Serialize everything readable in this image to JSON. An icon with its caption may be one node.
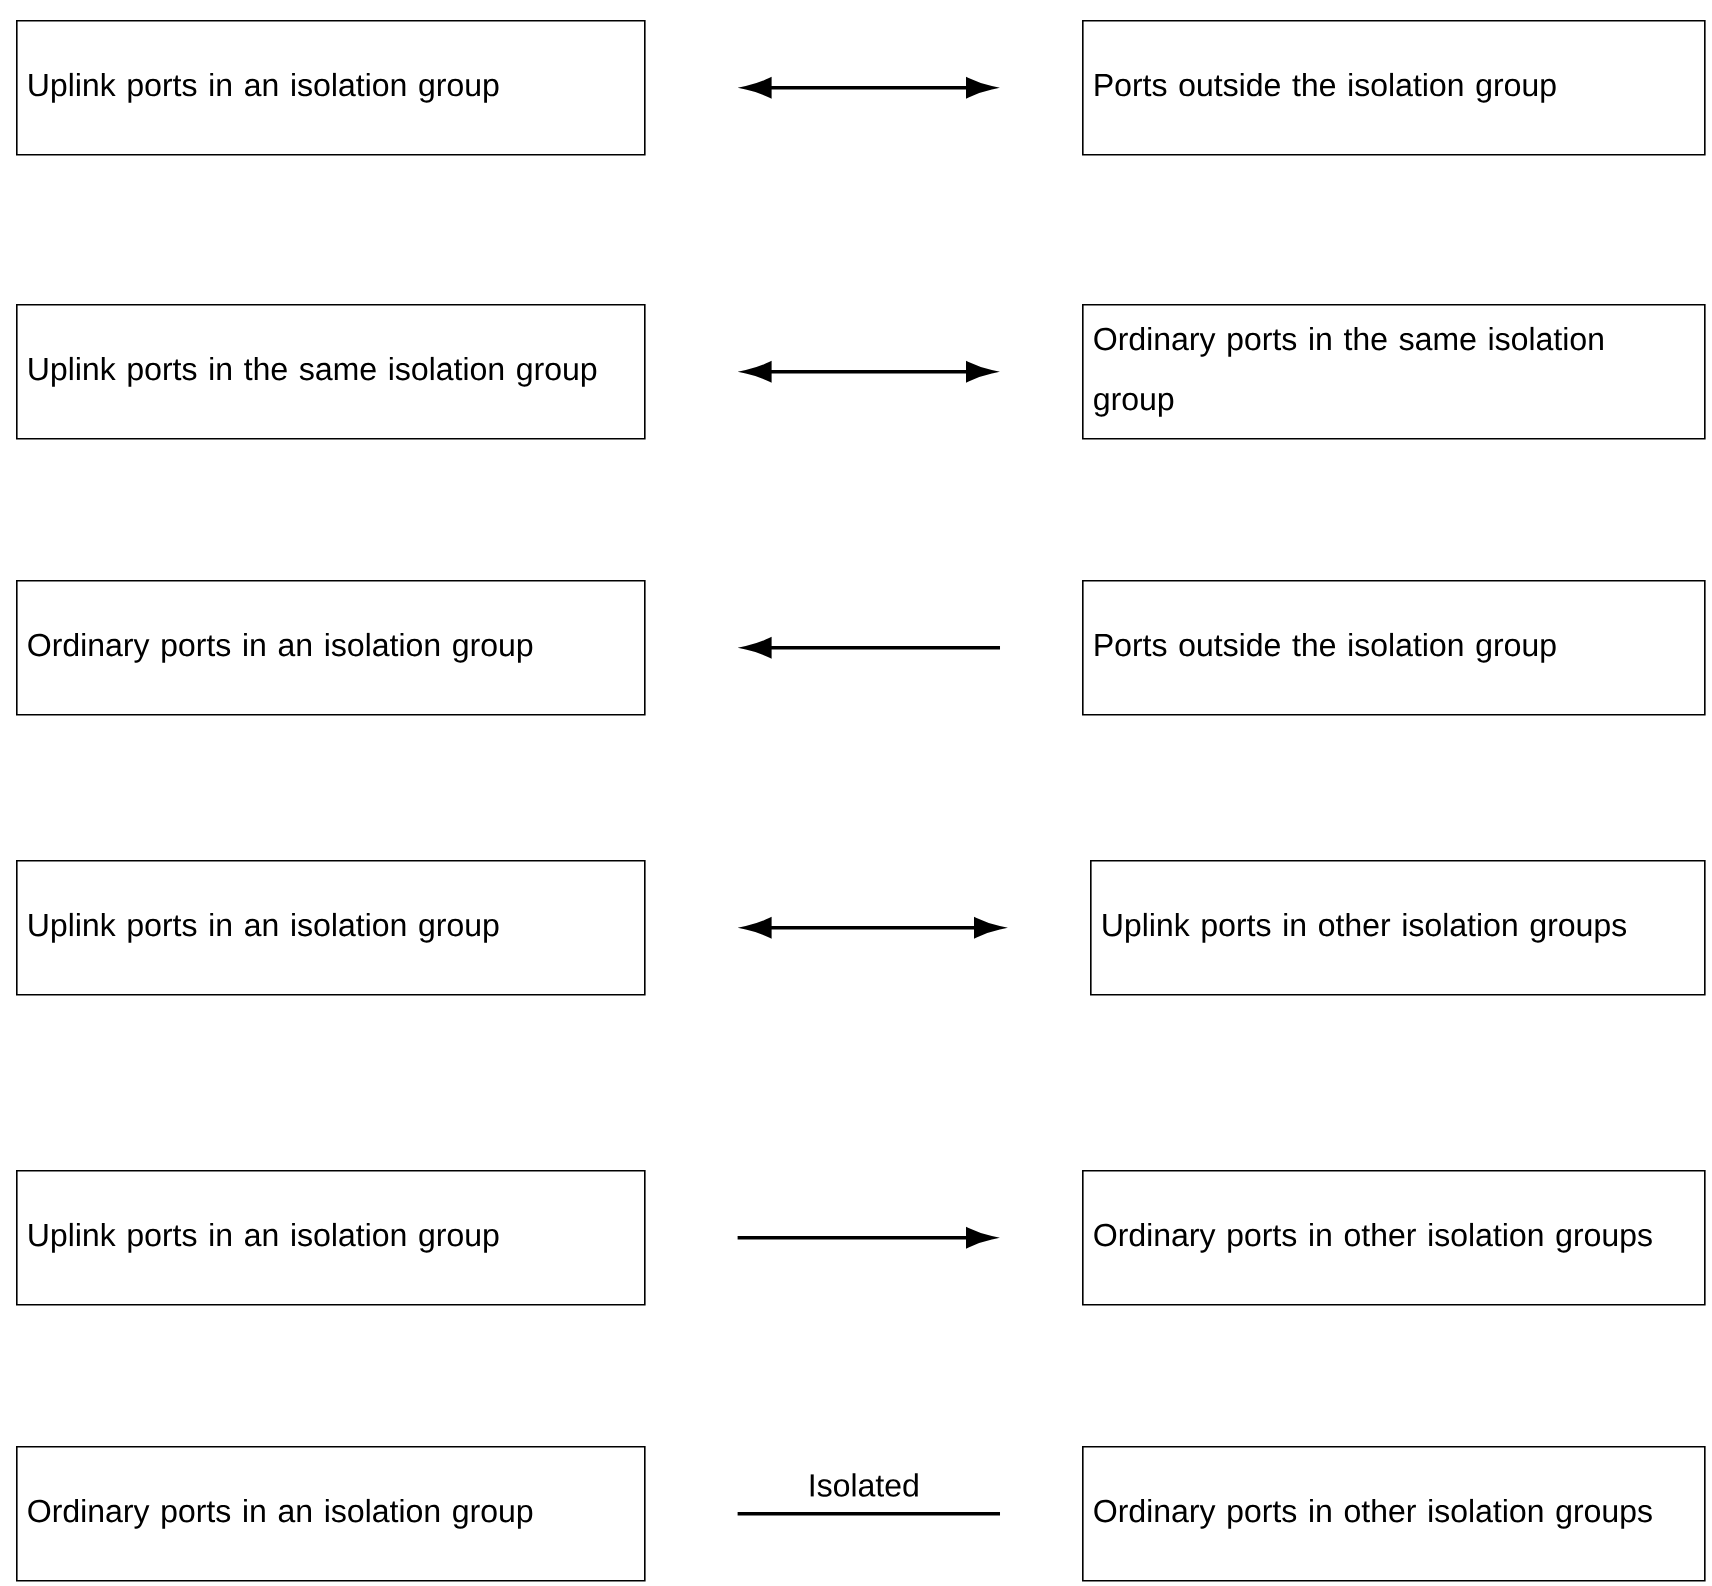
{
  "diagram": {
    "nodes": [
      {
        "text": [
          "Uplink ports in an isolation group"
        ]
      },
      {
        "text": [
          "Ports outside the isolation group"
        ]
      },
      {
        "text": [
          "Uplink ports in the same isolation group"
        ]
      },
      {
        "text": [
          "Ordinary ports in the same isolation group"
        ]
      },
      {
        "text": [
          "Ordinary ports in an isolation group"
        ]
      },
      {
        "text": [
          "Ports outside the isolation group"
        ]
      },
      {
        "text": [
          "Uplink ports in an isolation group"
        ]
      },
      {
        "text": [
          "Uplink ports in other isolation groups"
        ]
      },
      {
        "text": [
          "Uplink ports in an isolation group"
        ]
      },
      {
        "text": [
          "Ordinary ports in other isolation groups"
        ]
      },
      {
        "text": [
          "Ordinary ports in an isolation group"
        ]
      },
      {
        "text": [
          "Ordinary ports in other isolation groups"
        ]
      }
    ],
    "edges": [
      {
        "from": 0,
        "to": 1,
        "arrow": "both"
      },
      {
        "from": 2,
        "to": 3,
        "arrow": "both"
      },
      {
        "from": 5,
        "to": 4,
        "arrow": "to"
      },
      {
        "from": 6,
        "to": 7,
        "arrow": "both"
      },
      {
        "from": 8,
        "to": 9,
        "arrow": "to"
      },
      {
        "from": 10,
        "to": 11,
        "arrow": "none",
        "label": "Isolated"
      }
    ]
  }
}
